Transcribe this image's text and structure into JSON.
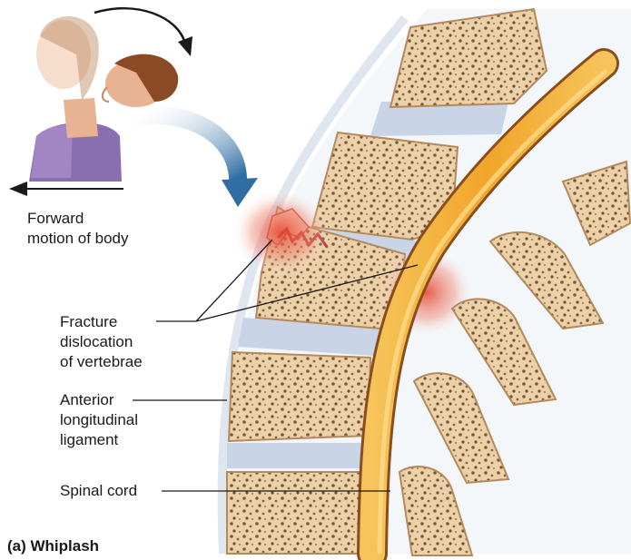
{
  "figure": {
    "caption": "(a) Whiplash",
    "labels": {
      "motion": [
        "Forward",
        "motion of body"
      ],
      "fracture": [
        "Fracture",
        "dislocation",
        "of vertebrae"
      ],
      "ligament": [
        "Anterior",
        "longitudinal",
        "ligament"
      ],
      "cord": [
        "Spinal cord"
      ]
    },
    "colors": {
      "bone": "#f3dcb8",
      "disc": "#c9d4e6",
      "cord": "#f2b43c",
      "injury": "#e5432c",
      "arrow": "#2f6da3"
    }
  }
}
